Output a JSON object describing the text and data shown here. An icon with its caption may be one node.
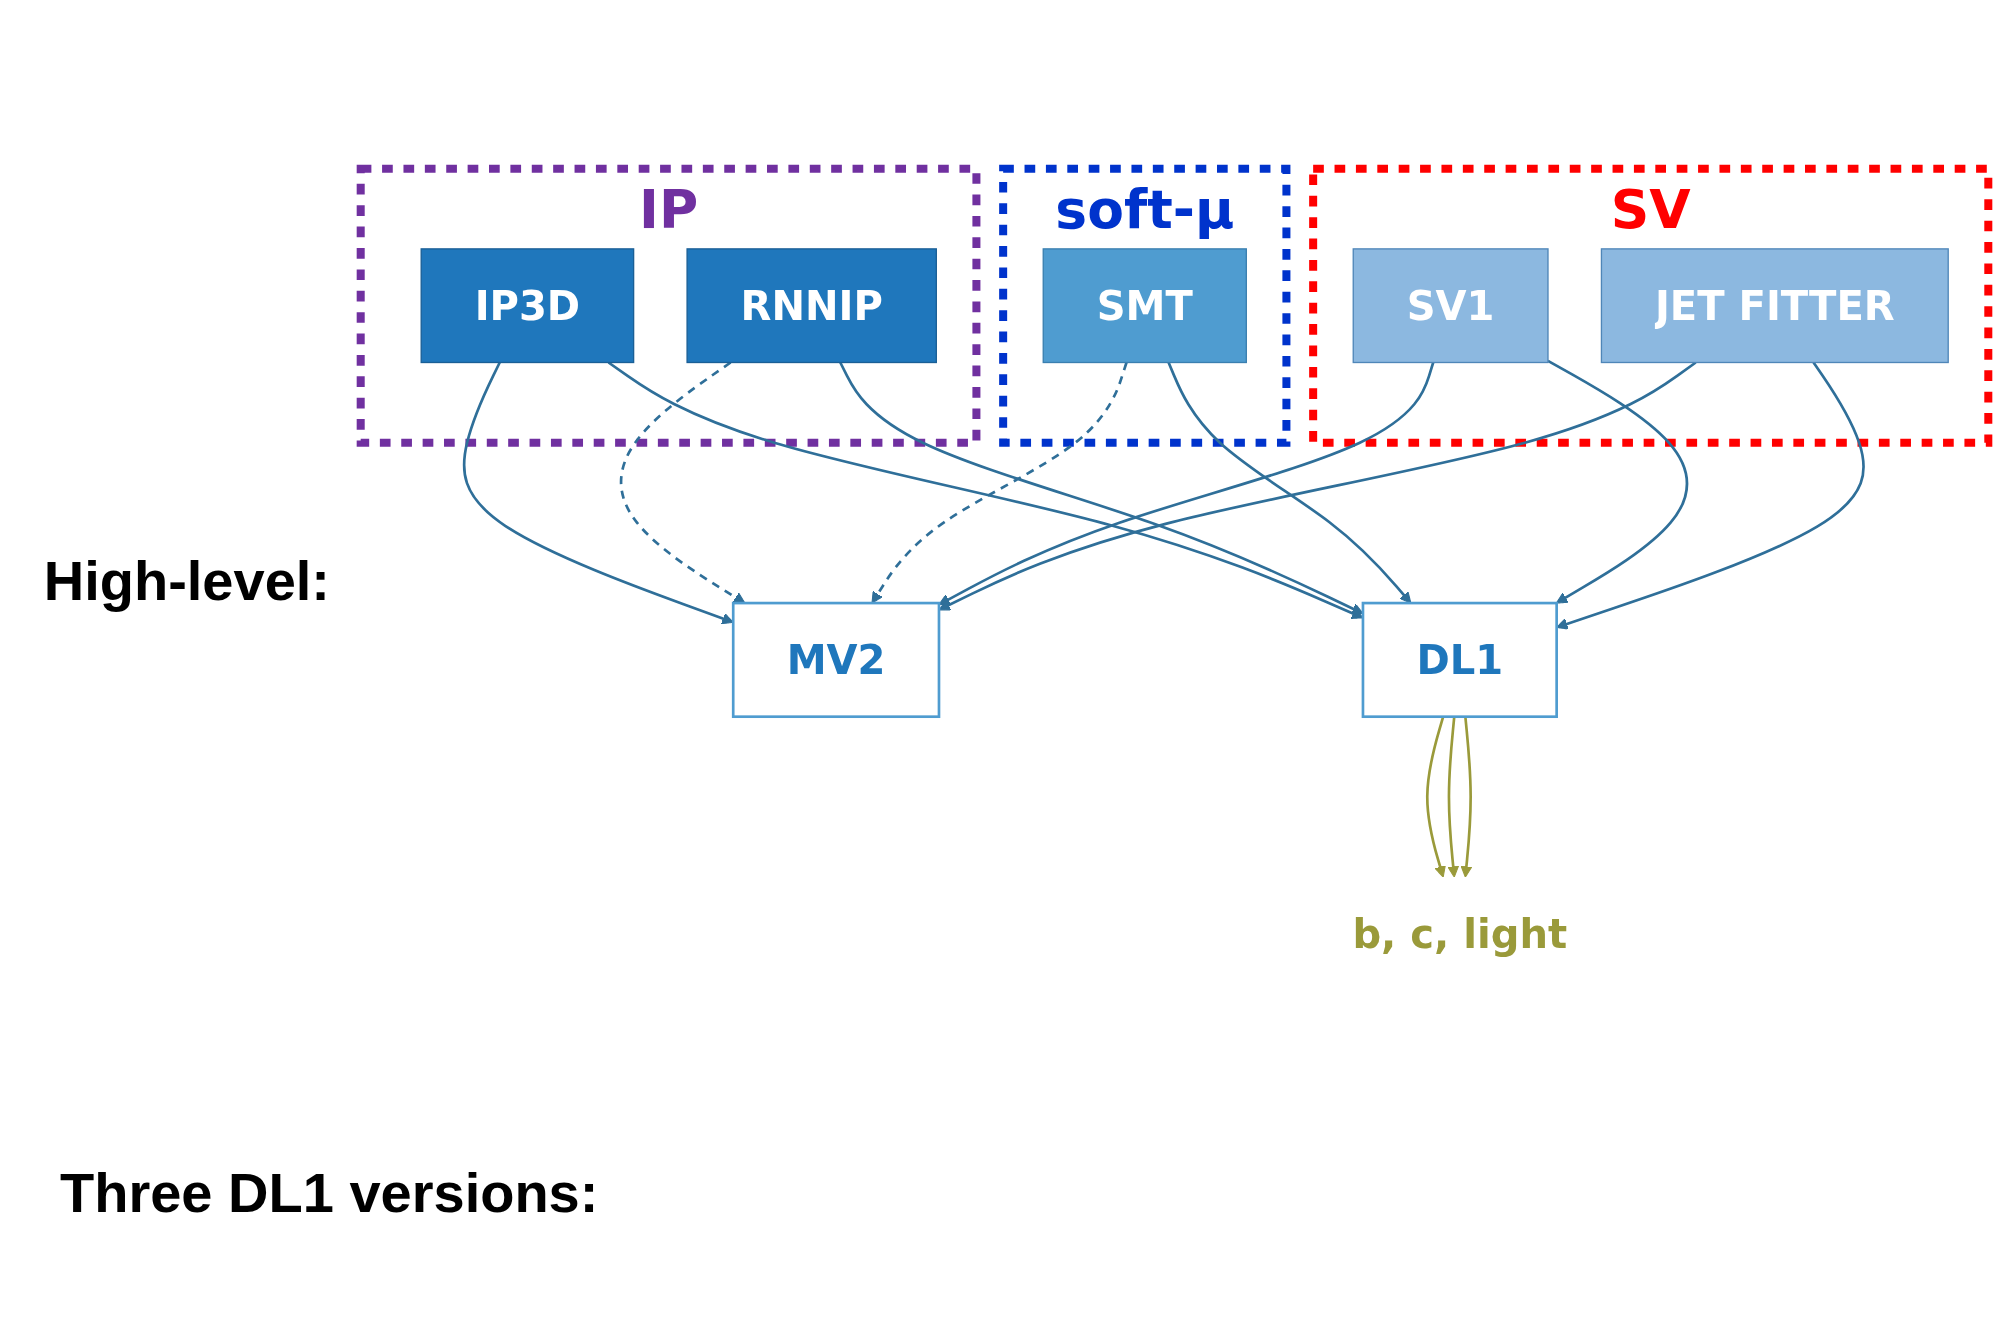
{
  "diagram": {
    "nodes": [
      {
        "text": [
          "IP"
        ]
      },
      {
        "text": [
          "IP3D"
        ],
        "in": 0
      },
      {
        "text": [
          "RNNIP"
        ],
        "in": 0
      },
      {
        "text": [
          "soft-μ"
        ]
      },
      {
        "text": [
          "SMT"
        ],
        "in": 3
      },
      {
        "text": [
          "SV"
        ]
      },
      {
        "text": [
          "SV1"
        ],
        "in": 5
      },
      {
        "text": [
          "JET FITTER"
        ],
        "in": 5
      },
      {
        "text": [
          "MV2"
        ]
      },
      {
        "text": [
          "DL1"
        ]
      },
      {
        "text": [
          "b, c, light"
        ]
      }
    ],
    "edges": [
      {
        "from": 1,
        "to": 8,
        "arrow": "to"
      },
      {
        "from": 1,
        "to": 9,
        "arrow": "to"
      },
      {
        "from": 2,
        "to": 8,
        "arrow": "to",
        "style": "dashed"
      },
      {
        "from": 2,
        "to": 9,
        "arrow": "to"
      },
      {
        "from": 4,
        "to": 8,
        "arrow": "to",
        "style": "dashed"
      },
      {
        "from": 4,
        "to": 9,
        "arrow": "to"
      },
      {
        "from": 6,
        "to": 8,
        "arrow": "to"
      },
      {
        "from": 6,
        "to": 9,
        "arrow": "to"
      },
      {
        "from": 7,
        "to": 8,
        "arrow": "to"
      },
      {
        "from": 7,
        "to": 9,
        "arrow": "to"
      },
      {
        "from": 9,
        "to": 10,
        "arrow": "to",
        "color": "#9a9a3a"
      },
      {
        "from": 9,
        "to": 10,
        "arrow": "to",
        "color": "#9a9a3a"
      },
      {
        "from": 9,
        "to": 10,
        "arrow": "to",
        "color": "#9a9a3a"
      }
    ],
    "labels": [
      "High-level:",
      "Three DL1 versions:"
    ]
  }
}
